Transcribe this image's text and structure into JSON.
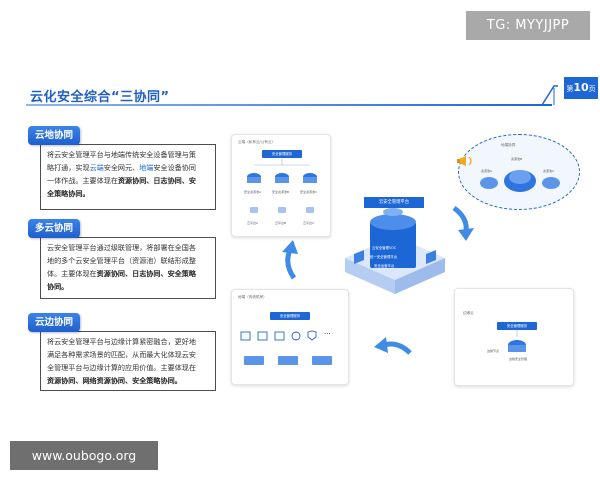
{
  "watermarks": {
    "top": "TG: MYYJJPP",
    "bottom": "www.oubogo.org"
  },
  "header": {
    "title": "云化安全综合“三协同”",
    "page_prefix": "第",
    "page_number": "10",
    "page_suffix": "页"
  },
  "cards": [
    {
      "tab": "云地协同",
      "line1": "将云安全管理平台与地端传统安全设备管理与策",
      "line2_a": "略打通，实现",
      "line2_hl1": "云端",
      "line2_b": "安全网元、",
      "line2_hl2": "地端",
      "line2_c": "安全设备协同",
      "line3_a": "一体作战。主要体现在",
      "line3_bold": "资源协同、日志协同、安",
      "line4_bold": "全策略协同。"
    },
    {
      "tab": "多云协同",
      "line1": "云安全管理平台通过级联管理，将部署在全国各",
      "line2": "地的多个云安全管理平台（资源池）联结形成整",
      "line3_a": "体。主要体现在",
      "line3_bold": "资源协同、日志协同、安全策略",
      "line4_bold": "协同。"
    },
    {
      "tab": "云边协同",
      "line1": "将云安全管理平台与边缘计算紧密融合，更好地",
      "line2": "满足各种需求场景的匹配，从而最大化体现云安",
      "line3": "全管理平台与边缘计算的应用价值。主要体现在",
      "line4_bold": "资源协同、网络资源协同、安全策略协同。"
    }
  ],
  "diagram": {
    "center_label": "云安全管理平台",
    "center_rows": [
      "云安全管理SOC",
      "统一安全管理平台",
      "安全运营平台"
    ],
    "panel_top_left_label": "云端（私有云/公有云）",
    "panel_top_left_head": "安全管理服务",
    "panel_top_left_nodes": [
      "安全资源池A",
      "安全资源池B",
      "安全资源池C"
    ],
    "panel_top_left_sub": [
      "云平台A",
      "云平台B",
      "云平台C"
    ],
    "panel_top_right_label": "地端协同",
    "panel_top_right_nodes": [
      "资源池A",
      "资源池B",
      "资源池C"
    ],
    "panel_bottom_left_label": "地端（传统机房）",
    "panel_bottom_left_head": "安全管理服务",
    "panel_bottom_left_more": "···",
    "panel_bottom_right_label": "边缘云",
    "panel_bottom_right_head": "安全管理服务",
    "panel_bottom_right_nodes": [
      "边缘节点",
      "边缘安全管理"
    ]
  }
}
